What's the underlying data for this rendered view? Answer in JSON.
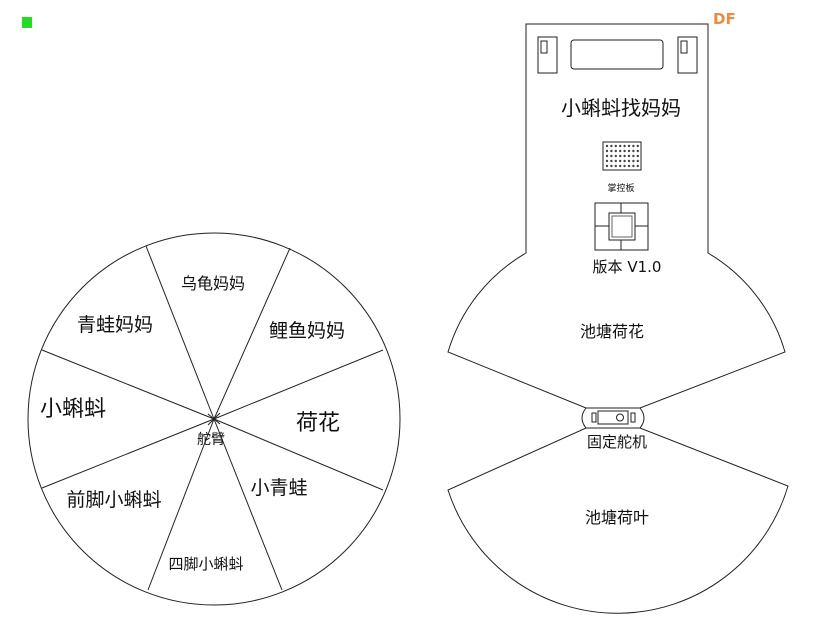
{
  "watermark": {
    "text": "DF",
    "color": "#ee8a3c"
  },
  "status_marker_color": "#22dd22",
  "wheel": {
    "segments": [
      "乌龟妈妈",
      "鲤鱼妈妈",
      "荷花",
      "小青蛙",
      "四脚小蝌蚪",
      "前脚小蝌蚪",
      "小蝌蚪",
      "青蛙妈妈"
    ],
    "center_label": "舵臂"
  },
  "board": {
    "title": "小蝌蚪找妈妈",
    "left_switch_caption": "",
    "right_switch_caption": "",
    "module_label": "",
    "controller_label": "掌控板",
    "version": "版本 V1.0",
    "top_fan_label": "池塘荷花",
    "servo_label": "固定舵机",
    "bottom_fan_label": "池塘荷叶"
  }
}
